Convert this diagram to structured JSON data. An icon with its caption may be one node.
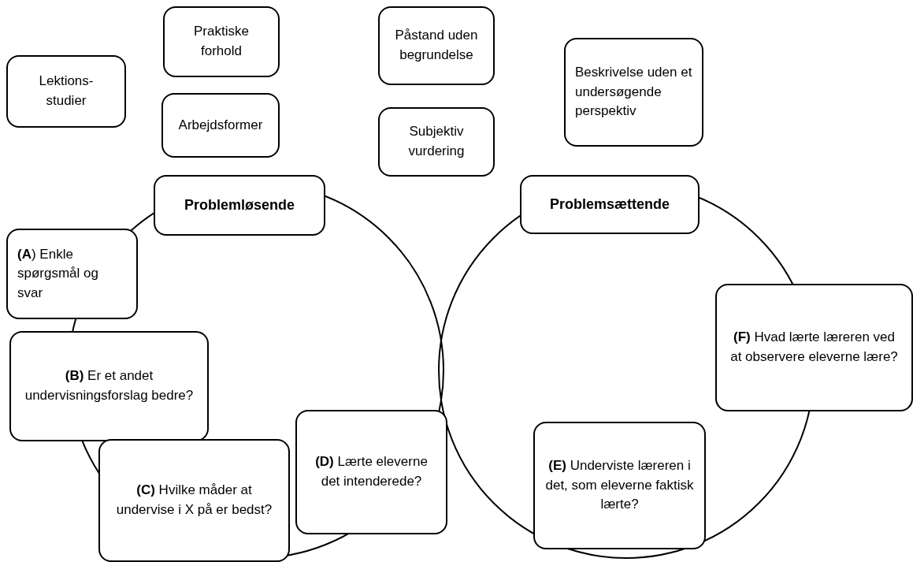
{
  "diagram": {
    "nodes": [
      {
        "text": [
          "Lektions- studier"
        ]
      },
      {
        "text": [
          "Praktiske forhold"
        ]
      },
      {
        "text": [
          "Arbejdsformer"
        ]
      },
      {
        "text": [
          "Påstand uden begrundelse"
        ]
      },
      {
        "text": [
          "Subjektiv vurdering"
        ]
      },
      {
        "text": [
          "Beskrivelse uden et undersøgende perspektiv"
        ]
      },
      {
        "text": [
          "Problemløsende"
        ]
      },
      {
        "text": [
          "Problemsættende"
        ]
      },
      {
        "text": [
          "**(A**) Enkle spørgsmål og svar"
        ]
      },
      {
        "text": [
          "**(B)** Er et andet undervisningsforslag bedre?"
        ]
      },
      {
        "text": [
          "**(C)** Hvilke måder at undervise i X på er bedst?"
        ]
      },
      {
        "text": [
          "**(D)** Lærte eleverne det intenderede?"
        ]
      },
      {
        "text": [
          "**(E)** Underviste læreren i det, som eleverne faktisk lærte?"
        ]
      },
      {
        "text": [
          "**(F)** Hvad lærte læreren ved at observere eleverne lære?"
        ]
      }
    ]
  }
}
